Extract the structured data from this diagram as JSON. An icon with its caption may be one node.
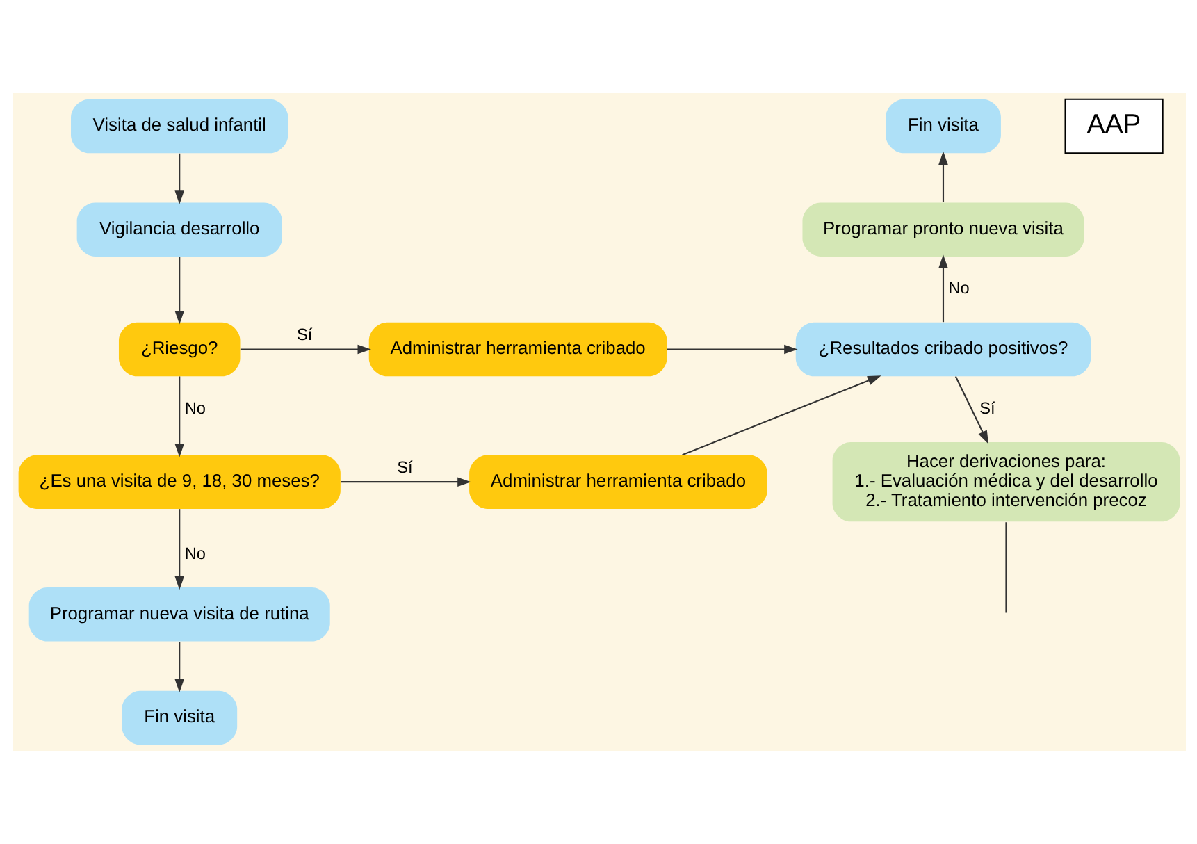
{
  "diagram": {
    "nodes": [
      {
        "text": [
          "Visita de salud infantil"
        ]
      },
      {
        "text": [
          "Vigilancia desarrollo"
        ]
      },
      {
        "text": [
          "¿Riesgo?"
        ]
      },
      {
        "text": [
          "¿Es una visita de 9, 18, 30 meses?"
        ]
      },
      {
        "text": [
          "Programar nueva visita de rutina"
        ]
      },
      {
        "text": [
          "Fin visita"
        ]
      },
      {
        "text": [
          "Administrar herramienta cribado"
        ]
      },
      {
        "text": [
          "Administrar herramienta cribado"
        ]
      },
      {
        "text": [
          "¿Resultados cribado positivos?"
        ]
      },
      {
        "text": [
          "Programar pronto nueva visita"
        ]
      },
      {
        "text": [
          "Fin visita"
        ]
      },
      {
        "text": [
          "Hacer derivaciones para:",
          "1.- Evaluación médica y del desarrollo",
          "2.- Tratamiento intervención precoz"
        ]
      },
      {
        "text": [
          "AAP"
        ]
      }
    ],
    "edges": [
      {
        "from": 0,
        "to": 1,
        "arrow": "to"
      },
      {
        "from": 1,
        "to": 2,
        "arrow": "to"
      },
      {
        "from": 2,
        "to": 6,
        "arrow": "to",
        "label": "Sí"
      },
      {
        "from": 2,
        "to": 3,
        "arrow": "to",
        "label": "No"
      },
      {
        "from": 3,
        "to": 7,
        "arrow": "to",
        "label": "Sí"
      },
      {
        "from": 3,
        "to": 4,
        "arrow": "to",
        "label": "No"
      },
      {
        "from": 4,
        "to": 5,
        "arrow": "to"
      },
      {
        "from": 6,
        "to": 8,
        "arrow": "to"
      },
      {
        "from": 7,
        "to": 8,
        "arrow": "to"
      },
      {
        "from": 8,
        "to": 9,
        "arrow": "to",
        "label": "No"
      },
      {
        "from": 9,
        "to": 10,
        "arrow": "to"
      },
      {
        "from": 8,
        "to": 11,
        "arrow": "to",
        "label": "Sí"
      },
      {
        "from": 11,
        "to": null,
        "arrow": "none"
      }
    ]
  }
}
